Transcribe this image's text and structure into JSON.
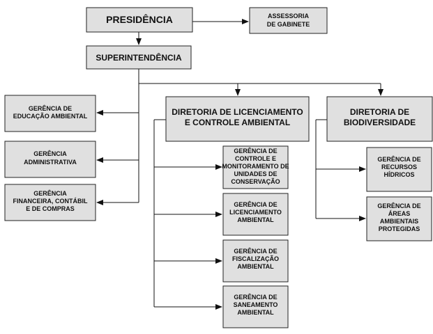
{
  "org": {
    "presidencia": "PRESIDÊNCIA",
    "assessoria": [
      "ASSESSORIA",
      "DE GABINETE"
    ],
    "superintendencia": "SUPERINTENDÊNCIA",
    "gerencia_educacao": [
      "GERÊNCIA DE",
      "EDUCAÇÃO AMBIENTAL"
    ],
    "gerencia_administrativa": [
      "GERÊNCIA",
      "ADMINISTRATIVA"
    ],
    "gerencia_financeira": [
      "GERÊNCIA",
      "FINANCEIRA, CONTÁBIL",
      "E DE COMPRAS"
    ],
    "diretoria_licenciamento": [
      "DIRETORIA DE LICENCIAMENTO",
      "E CONTROLE AMBIENTAL"
    ],
    "gerencia_controle": [
      "GERÊNCIA DE",
      "CONTROLE E",
      "MONITORAMENTO DE",
      "UNIDADES DE",
      "CONSERVAÇÃO"
    ],
    "gerencia_licenciamento": [
      "GERÊNCIA DE",
      "LICENCIAMENTO",
      "AMBIENTAL"
    ],
    "gerencia_fiscalizacao": [
      "GERÊNCIA DE",
      "FISCALIZAÇÃO",
      "AMBIENTAL"
    ],
    "gerencia_saneamento": [
      "GERÊNCIA DE",
      "SANEAMENTO",
      "AMBIENTAL"
    ],
    "diretoria_biodiversidade": [
      "DIRETORIA DE",
      "BIODIVERSIDADE"
    ],
    "gerencia_recursos": [
      "GERÊNCIA DE",
      "RECURSOS",
      "HÍDRICOS"
    ],
    "gerencia_areas": [
      "GERÊNCIA DE",
      "ÁREAS",
      "AMBIENTAIS",
      "PROTEGIDAS"
    ]
  }
}
